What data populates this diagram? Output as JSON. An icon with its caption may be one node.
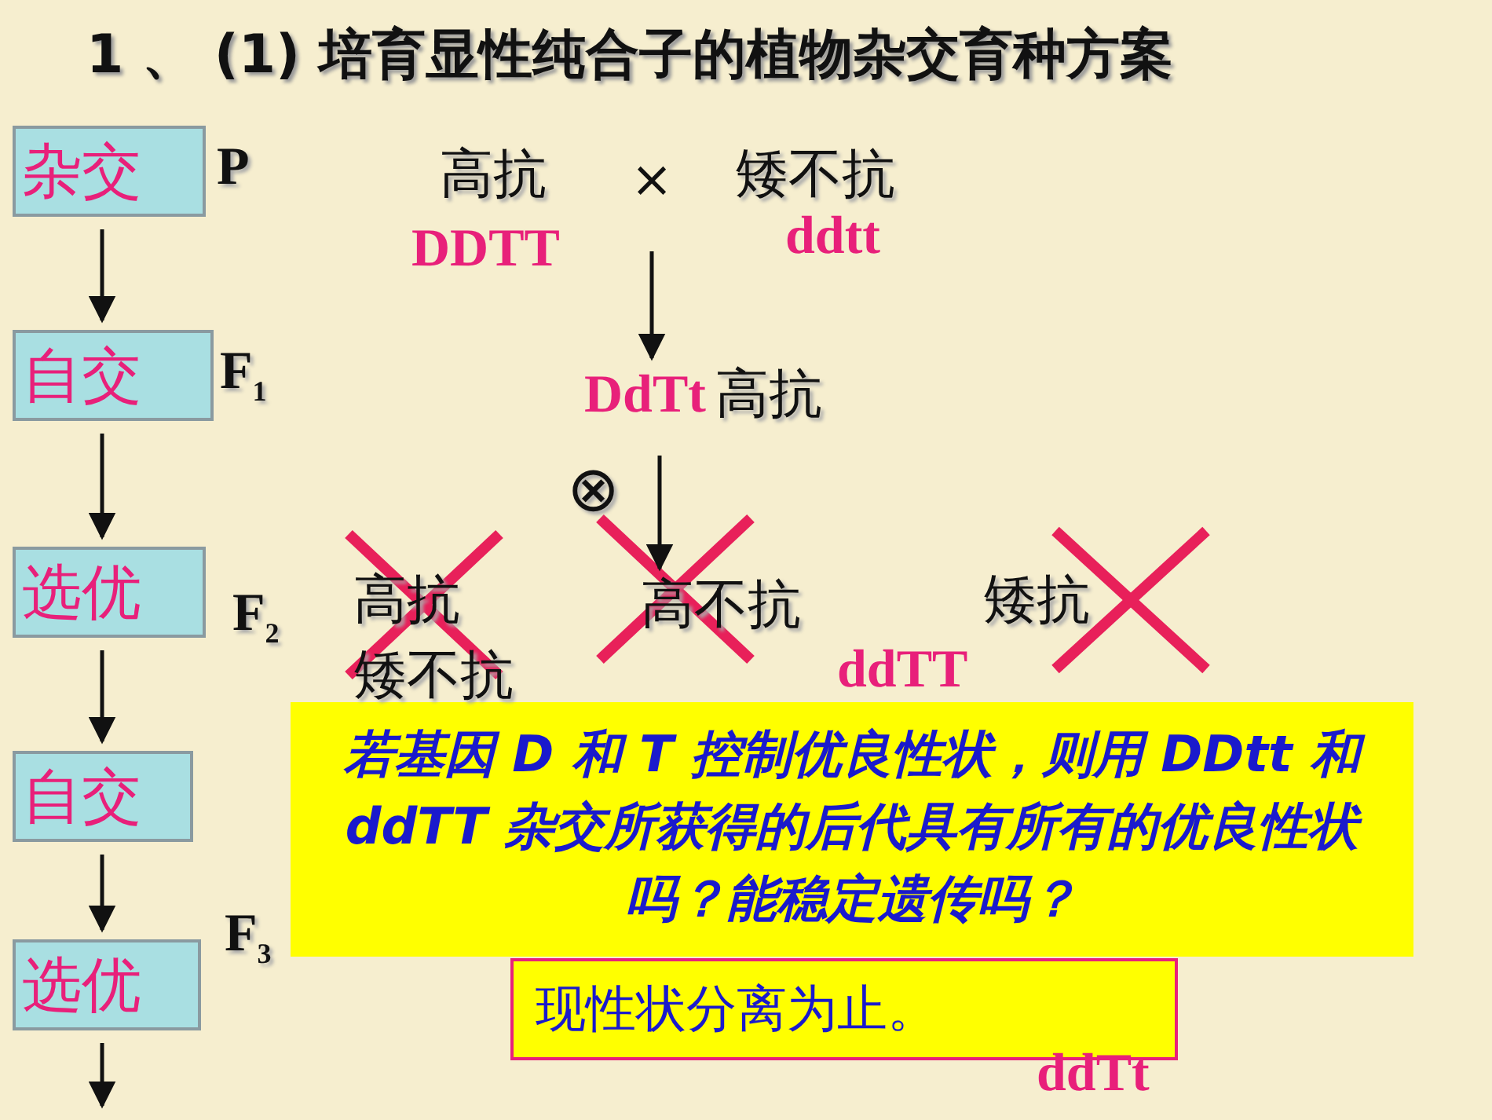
{
  "diagram": {
    "title": "1 、 (1) 培育显性纯合子的植物杂交育种方案",
    "nodes": [
      {
        "text": [
          "杂交"
        ]
      },
      {
        "text": [
          "自交"
        ]
      },
      {
        "text": [
          "选优"
        ]
      },
      {
        "text": [
          "自交"
        ]
      },
      {
        "text": [
          "选优"
        ]
      },
      {
        "text": [
          "×"
        ]
      },
      {
        "text": [
          "DdTt",
          "高抗"
        ]
      },
      {
        "text": [
          "高不抗"
        ]
      },
      {
        "text": [
          "若基因 D 和 T 控制优良性状，则用 DDtt 和 ddTT 杂交所获得的后代具有所有的优良性状吗？能稳定遗传吗？"
        ]
      },
      {
        "text": [
          "现性状分离为止。"
        ]
      }
    ],
    "edges": [
      {
        "from": 0,
        "to": 1,
        "arrow": "to"
      },
      {
        "from": 1,
        "to": 2,
        "arrow": "to"
      },
      {
        "from": 2,
        "to": 3,
        "arrow": "to"
      },
      {
        "from": 3,
        "to": 4,
        "arrow": "to"
      },
      {
        "from": 4,
        "to": null,
        "arrow": "to"
      },
      {
        "from": 5,
        "to": 6,
        "arrow": "to"
      },
      {
        "from": 6,
        "to": 7,
        "arrow": "to"
      }
    ],
    "labels": [
      "P",
      "高抗",
      "矮不抗",
      "DDTT",
      "ddtt",
      "F$_{1}$",
      "⊗",
      "F$_{2}$",
      "高抗",
      "矮抗",
      "矮不抗",
      "ddTT",
      "F$_{3}$",
      "ddTt"
    ]
  }
}
